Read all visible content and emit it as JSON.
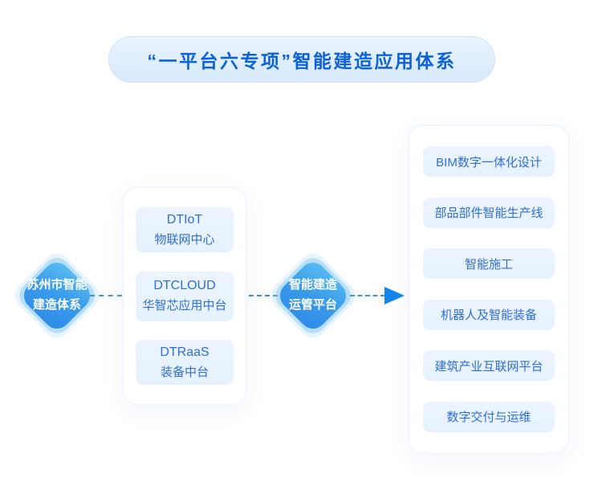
{
  "title": {
    "text": "“一平台六专项”智能建造应用体系"
  },
  "left_node": {
    "line1": "苏州市智能",
    "line2": "建造体系"
  },
  "platform_node": {
    "line1": "智能建造",
    "line2": "运管平台"
  },
  "middle_card": {
    "items": [
      {
        "line1": "DTIoT",
        "line2": "物联网中心"
      },
      {
        "line1": "DTCLOUD",
        "line2": "华智芯应用中台"
      },
      {
        "line1": "DTRaaS",
        "line2": "装备中台"
      }
    ]
  },
  "right_card": {
    "items": [
      "BIM数字一体化设计",
      "部品部件智能生产线",
      "智能施工",
      "机器人及智能装备",
      "建筑产业互联网平台",
      "数字交付与运维"
    ]
  },
  "colors": {
    "title_text": "#0d62d8",
    "banner_fill": "#dcecfc",
    "diamond_gradient_start": "#5cc0f2",
    "diamond_gradient_end": "#2e8ae8",
    "chip_fill": "#e9f3fe",
    "chip_text": "#2f6fd6",
    "connector": "#3b8fe6",
    "arrow": "#1486ee",
    "background": "#ffffff"
  }
}
